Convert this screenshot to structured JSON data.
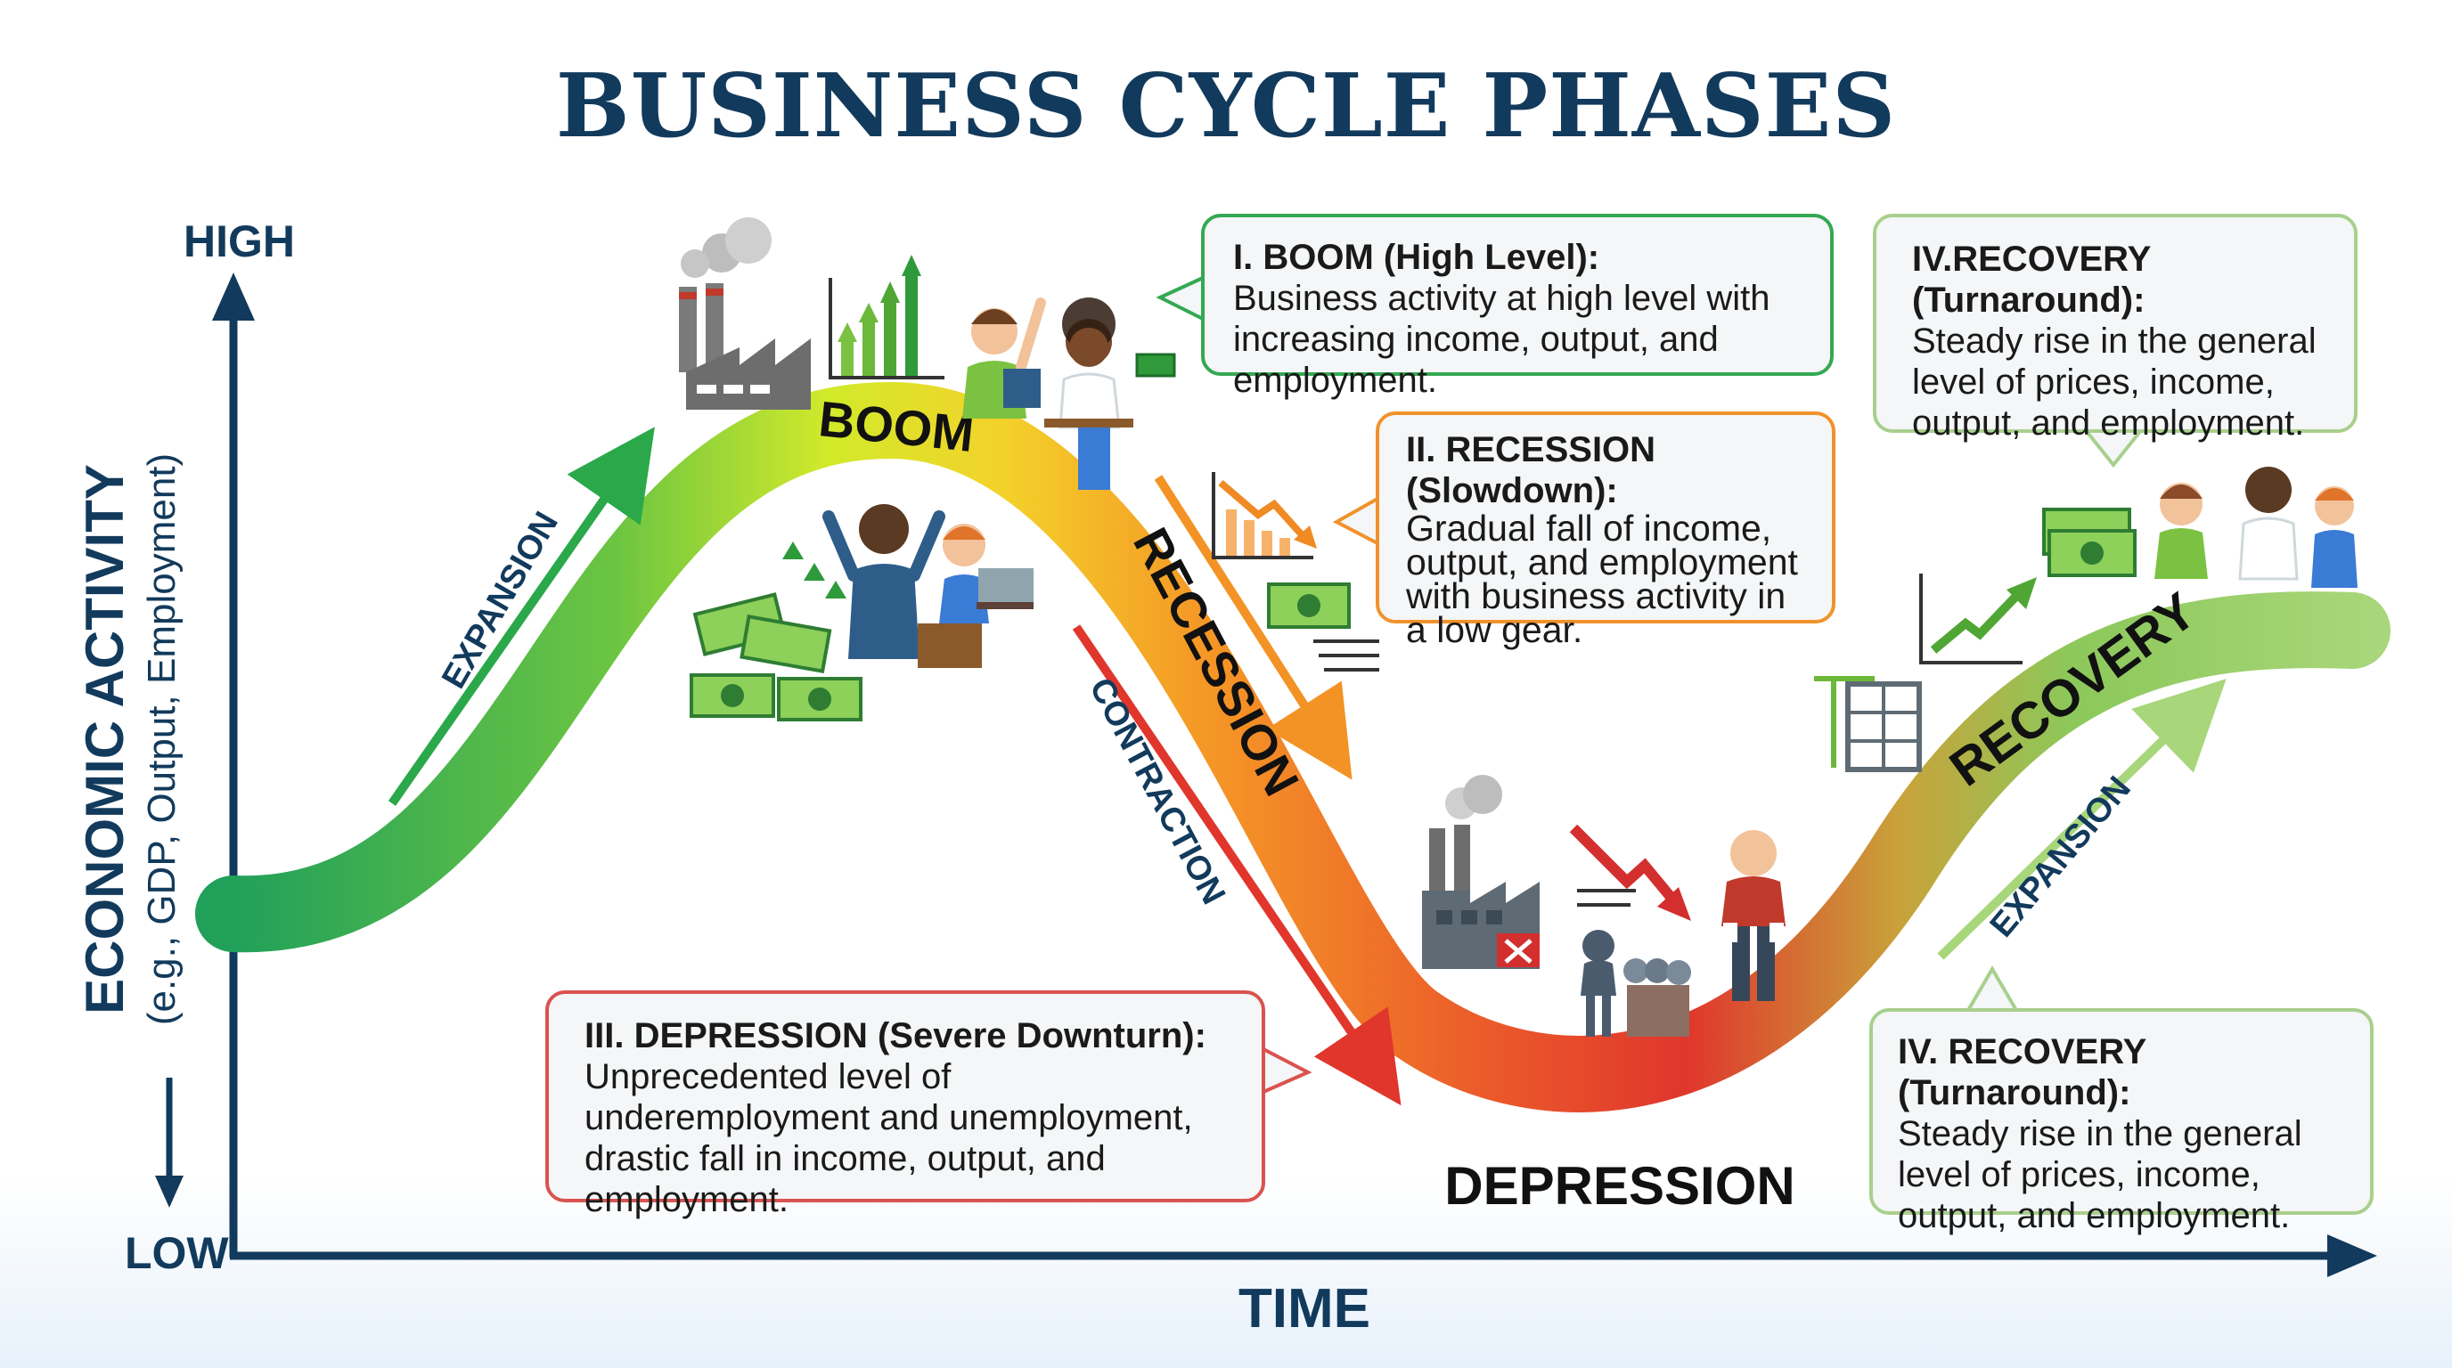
{
  "title": "BUSINESS CYCLE PHASES",
  "axes": {
    "y_high": "HIGH",
    "y_low": "LOW",
    "y_label": "ECONOMIC ACTIVITY",
    "y_sublabel": "(e.g., GDP, Output, Employment)",
    "x_label": "TIME"
  },
  "curve_labels": {
    "boom": "BOOM",
    "recession": "RECESSION",
    "depression": "DEPRESSION",
    "recovery": "RECOVERY"
  },
  "arrow_labels": {
    "expansion_left": "EXPANSION",
    "contraction": "CONTRACTION",
    "expansion_right": "EXPANSION"
  },
  "callouts": {
    "boom": {
      "title": "I. BOOM (High Level):",
      "body": "Business activity at high level with increasing income, output, and employment."
    },
    "recession": {
      "title": "II. RECESSION (Slowdown):",
      "body": "Gradual fall of income, output, and employment with business activity in a low gear."
    },
    "depression": {
      "title": "III. DEPRESSION (Severe Downturn):",
      "body": "Unprecedented level of underemployment and unemployment, drastic fall in income, output, and employment."
    },
    "recovery_top": {
      "title": "IV.RECOVERY (Turnaround):",
      "body": "Steady rise in the general level of prices, income, output, and employment."
    },
    "recovery_bottom": {
      "title": "IV. RECOVERY (Turnaround):",
      "body": "Steady rise in the general level of prices, income, output, and employment."
    }
  },
  "colors": {
    "axis": "#123a5c",
    "expansion": "#2aa84a",
    "boom": "#c8e632",
    "recession": "#f39325",
    "depression": "#e0362c",
    "recovery": "#9fd068"
  },
  "icons": [
    "factory-icon",
    "rising-chart-icon",
    "celebrating-people-icon",
    "money-stack-icon",
    "falling-chart-icon",
    "closed-factory-icon",
    "down-arrow-icon",
    "unemployed-people-icon",
    "construction-icon",
    "recovery-chart-icon",
    "team-people-icon"
  ]
}
